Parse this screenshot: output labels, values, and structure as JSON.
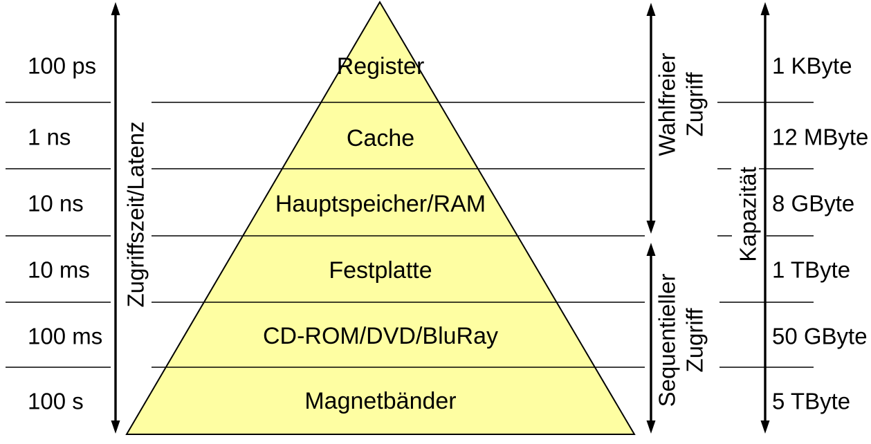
{
  "colors": {
    "accent_blue": "#2A6BE2",
    "pyramid_fill": "#FEFEA2",
    "ink": "#000000"
  },
  "axis_labels": {
    "latency": "Zugriffszeit/Latenz",
    "capacity": "Kapazität",
    "random_access": [
      "Wahlfreier",
      "Zugriff"
    ],
    "sequential_access": [
      "Sequentieller",
      "Zugriff"
    ]
  },
  "levels": [
    {
      "name": "Register",
      "latency": "100 ps",
      "capacity": "1 KByte",
      "highlighted": false
    },
    {
      "name": "Cache",
      "latency": "1 ns",
      "capacity": "12 MByte",
      "highlighted": true
    },
    {
      "name": "Hauptspeicher/RAM",
      "latency": "10 ns",
      "capacity": "8 GByte",
      "highlighted": true
    },
    {
      "name": "Festplatte",
      "latency": "10 ms",
      "capacity": "1 TByte",
      "highlighted": false
    },
    {
      "name": "CD-ROM/DVD/BluRay",
      "latency": "100 ms",
      "capacity": "50 GByte",
      "highlighted": false
    },
    {
      "name": "Magnetbänder",
      "latency": "100 s",
      "capacity": "5 TByte",
      "highlighted": false
    }
  ]
}
